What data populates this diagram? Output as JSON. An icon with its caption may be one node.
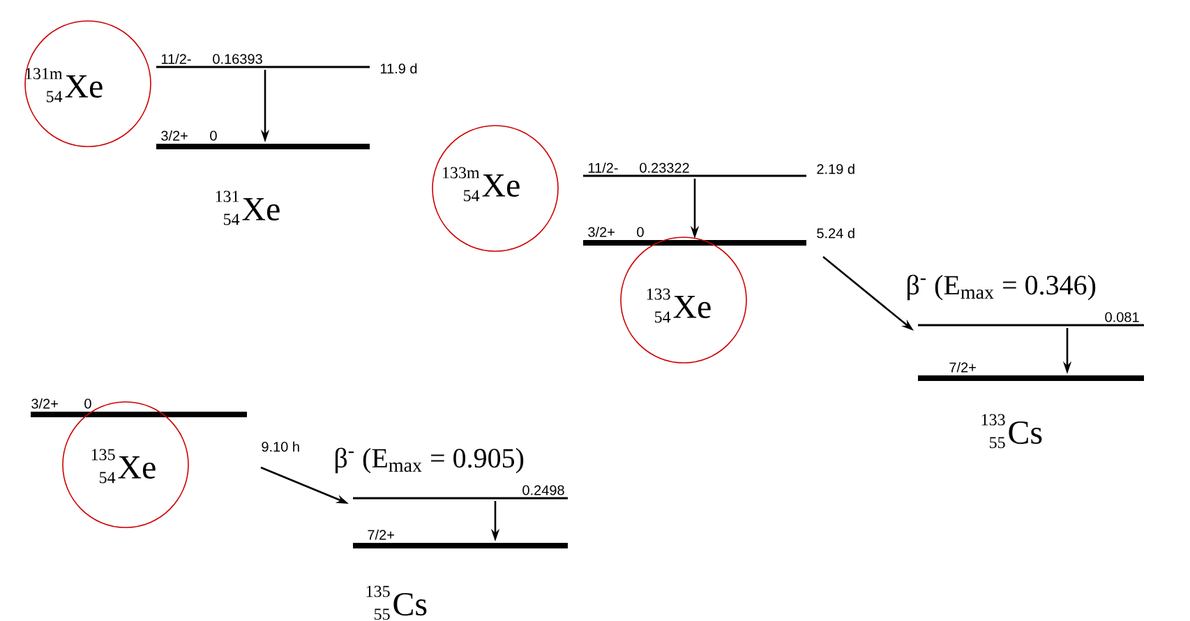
{
  "diagram": {
    "nodes": [
      {
        "text": [
          "131m",
          "54",
          "Xe"
        ]
      },
      {
        "text": [
          "11/2-",
          "0.16393"
        ],
        "beside": [
          "11.9 d"
        ]
      },
      {
        "text": [
          "3/2+",
          "0"
        ]
      },
      {
        "text": [
          "131",
          "54",
          "Xe"
        ]
      },
      {
        "text": [
          "133m",
          "54",
          "Xe"
        ]
      },
      {
        "text": [
          "11/2-",
          "0.23322"
        ],
        "beside": [
          "2.19 d"
        ]
      },
      {
        "text": [
          "3/2+",
          "0"
        ],
        "beside": [
          "5.24 d"
        ]
      },
      {
        "text": [
          "133",
          "54",
          "Xe"
        ]
      },
      {
        "text": [
          "0.081"
        ]
      },
      {
        "text": [
          "7/2+"
        ]
      },
      {
        "text": [
          "133",
          "55",
          "Cs"
        ]
      },
      {
        "text": [
          "3/2+",
          "0"
        ],
        "beside": [
          "9.10 h"
        ]
      },
      {
        "text": [
          "135",
          "54",
          "Xe"
        ]
      },
      {
        "text": [
          "0.2498"
        ]
      },
      {
        "text": [
          "7/2+"
        ]
      },
      {
        "text": [
          "135",
          "55",
          "Cs"
        ]
      }
    ],
    "edges": [
      {
        "from": 1,
        "to": 2,
        "arrow": "to"
      },
      {
        "from": 5,
        "to": 6,
        "arrow": "to"
      },
      {
        "from": 6,
        "to": 8,
        "arrow": "to",
        "label": "β$^{-}$ (E$_{max}$ = 0.346)"
      },
      {
        "from": 8,
        "to": 9,
        "arrow": "to"
      },
      {
        "from": 11,
        "to": 13,
        "arrow": "to",
        "label": "β$^{-}$ (E$_{max}$ = 0.905)"
      },
      {
        "from": 13,
        "to": 14,
        "arrow": "to"
      }
    ]
  }
}
